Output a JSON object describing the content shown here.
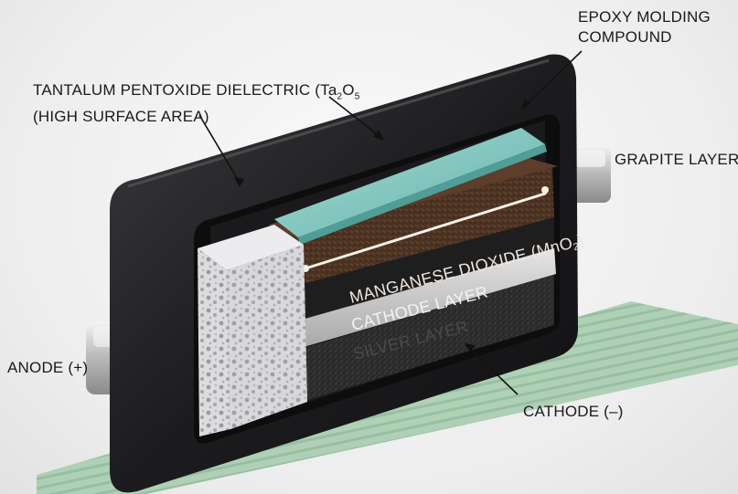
{
  "labels": {
    "epoxy": {
      "line1": "EPOXY MOLDING",
      "line2": "COMPOUND"
    },
    "dielectric": {
      "line1": "TANTALUM PENTOXIDE DIELECTRIC (Ta",
      "line1_sub": "2",
      "line1_tail": "O",
      "line1_sub2": "5",
      "line2": "(HIGH SURFACE AREA)"
    },
    "graphite": "GRAPITE LAYER",
    "anode": "ANODE (+)",
    "cathode_terminal": "CATHODE (–)",
    "layers": {
      "manganese": "MANGANESE DIOXIDE (MnO",
      "manganese_sub": "2",
      "cathode_layer": "CATHODE LAYER",
      "silver_layer": "SILVER LAYER"
    }
  },
  "colors": {
    "housing": "#1b1b1d",
    "housing_edge": "#3a3a3c",
    "graphite_glass": "#7fc7bf",
    "manganese": "#5a3b2a",
    "cathode_layer": "#1f1f1f",
    "silver_layer": "#c9c9c9",
    "pcb": "#9fc7a8",
    "porous": "#d7d7d9"
  }
}
